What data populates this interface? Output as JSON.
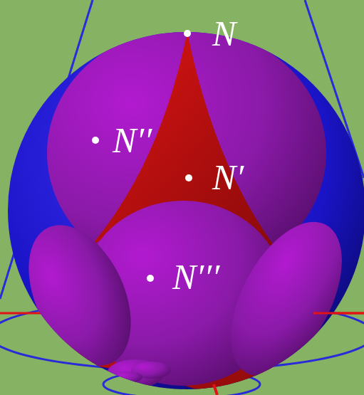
{
  "diagram": {
    "labels": [
      "N",
      "N′′",
      "N′",
      "N′′′"
    ]
  }
}
